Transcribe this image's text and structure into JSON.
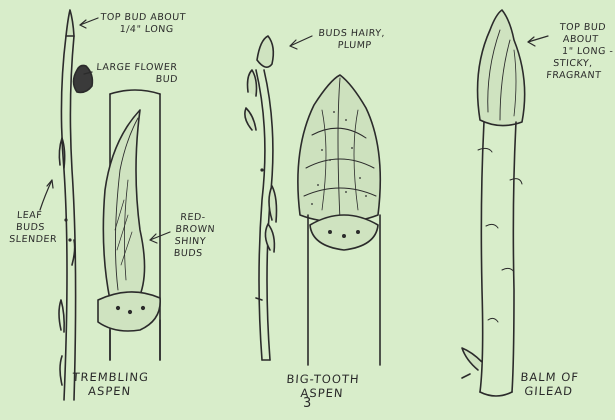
{
  "labels": {
    "trembling_top_bud": [
      "TOP BUD ABOUT",
      "1/4\" LONG"
    ],
    "large_flower_bud": [
      "LARGE FLOWER",
      "BUD"
    ],
    "leaf_buds": [
      "LEAF",
      "BUDS",
      "SLENDER"
    ],
    "red_brown": [
      "RED-",
      "BROWN",
      "SHINY",
      "BUDS"
    ],
    "trembling_name": [
      "TREMBLING",
      "ASPEN"
    ],
    "buds_hairy": [
      "BUDS HAIRY,",
      "PLUMP"
    ],
    "bigtooth_name": [
      "BIG-TOOTH",
      "ASPEN"
    ],
    "balm_top_bud": [
      "TOP BUD",
      "ABOUT",
      "1\" LONG -",
      "STICKY,",
      "FRAGRANT"
    ],
    "balm_name": [
      "BALM OF",
      "GILEAD"
    ]
  },
  "page_number": "3",
  "colors": {
    "background": "#d8edca",
    "ink": "#2a2a2a"
  }
}
